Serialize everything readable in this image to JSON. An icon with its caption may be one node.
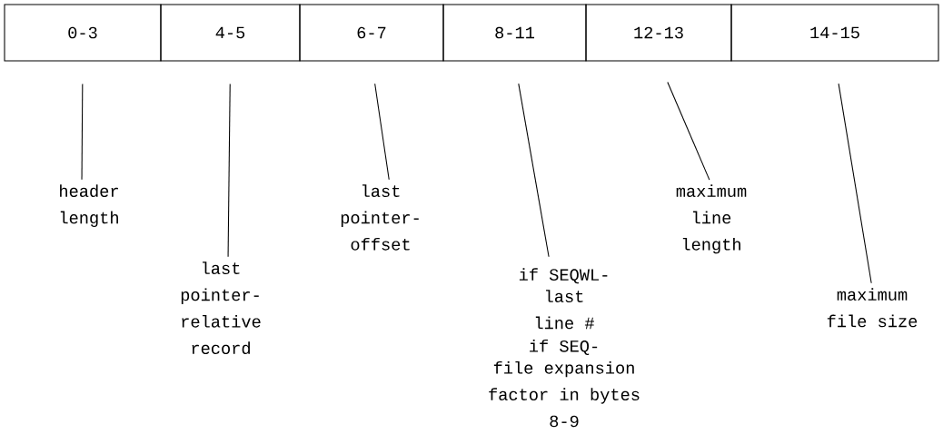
{
  "diagram": {
    "nodes": [
      {
        "text": [
          "0-3"
        ]
      },
      {
        "text": [
          "4-5"
        ]
      },
      {
        "text": [
          "6-7"
        ]
      },
      {
        "text": [
          "8-11"
        ]
      },
      {
        "text": [
          "12-13"
        ]
      },
      {
        "text": [
          "14-15"
        ]
      },
      {
        "text": [
          "header length"
        ]
      },
      {
        "text": [
          "last pointer- relative record"
        ]
      },
      {
        "text": [
          "last pointer- offset"
        ]
      },
      {
        "text": [
          "if SEQWL-",
          "last line #",
          "if SEQ-",
          "file expansion factor in bytes 8-9"
        ]
      },
      {
        "text": [
          "maximum line length"
        ]
      },
      {
        "text": [
          "maximum file size"
        ]
      }
    ],
    "edges": [
      {
        "from": 0,
        "to": 6,
        "arrow": "none"
      },
      {
        "from": 1,
        "to": 7,
        "arrow": "none"
      },
      {
        "from": 2,
        "to": 8,
        "arrow": "none"
      },
      {
        "from": 3,
        "to": 9,
        "arrow": "none"
      },
      {
        "from": 4,
        "to": 10,
        "arrow": "none"
      },
      {
        "from": 5,
        "to": 11,
        "arrow": "none"
      }
    ]
  }
}
